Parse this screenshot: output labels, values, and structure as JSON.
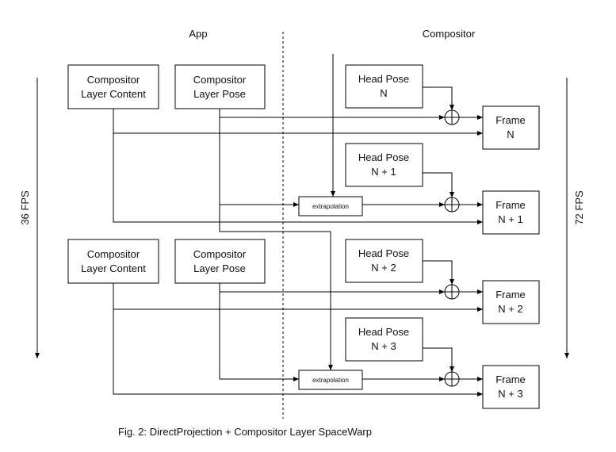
{
  "columns": {
    "app": "App",
    "compositor": "Compositor"
  },
  "fps": {
    "left": "36 FPS",
    "right": "72 FPS"
  },
  "layer_groups": [
    {
      "content": [
        "Compositor",
        "Layer Content"
      ],
      "pose": [
        "Compositor",
        "Layer Pose"
      ]
    },
    {
      "content": [
        "Compositor",
        "Layer Content"
      ],
      "pose": [
        "Compositor",
        "Layer Pose"
      ]
    }
  ],
  "head_poses": [
    [
      "Head Pose",
      "N"
    ],
    [
      "Head Pose",
      "N + 1"
    ],
    [
      "Head Pose",
      "N + 2"
    ],
    [
      "Head Pose",
      "N + 3"
    ]
  ],
  "frames": [
    [
      "Frame",
      "N"
    ],
    [
      "Frame",
      "N + 1"
    ],
    [
      "Frame",
      "N + 2"
    ],
    [
      "Frame",
      "N + 3"
    ]
  ],
  "extrapolation_label": "extrapolation",
  "caption": "Fig. 2: DirectProjection + Compositor Layer SpaceWarp"
}
